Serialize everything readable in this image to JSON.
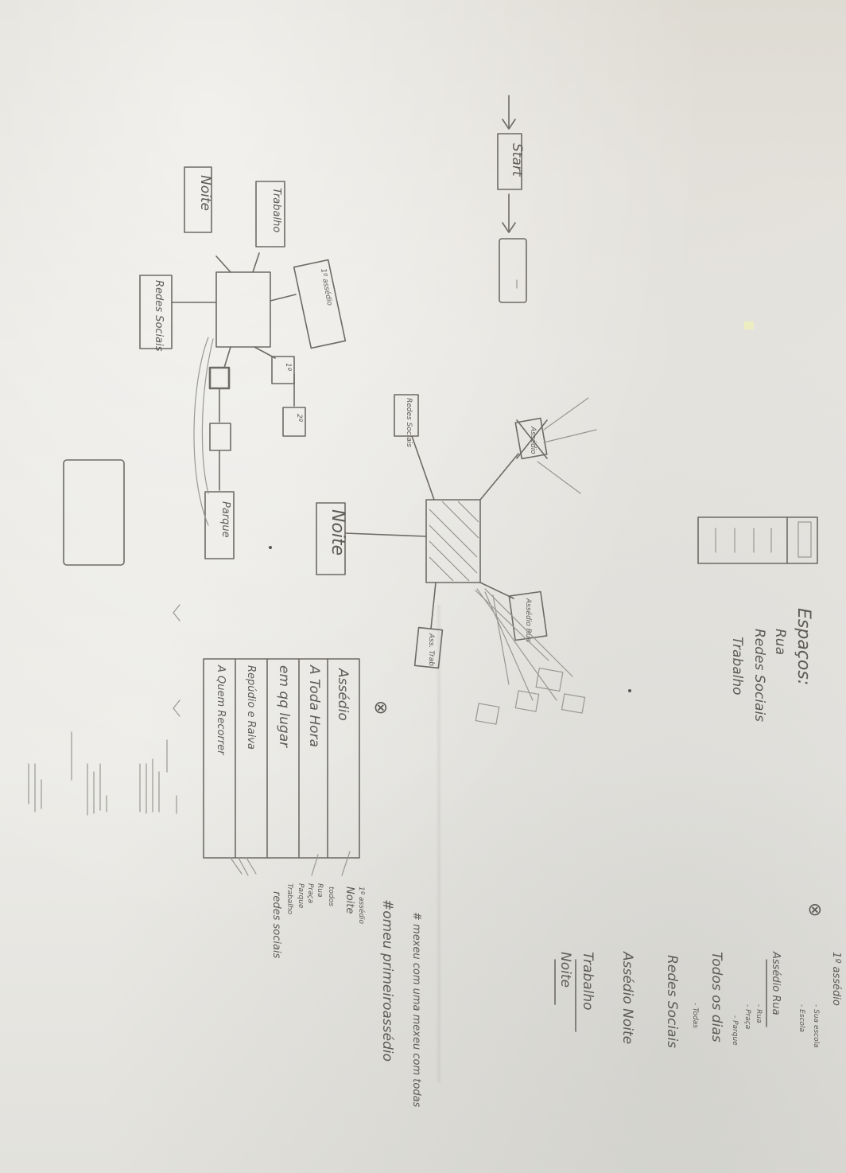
{
  "sketch": {
    "notes_panel": {
      "header": "Espaços:",
      "items": [
        "Rua",
        "Redes Sociais",
        "Trabalho"
      ]
    },
    "checklist": {
      "first_heading": "1º assédio",
      "first_sub": [
        "- Sua escola",
        "- Escola"
      ],
      "second_heading": "Assédio Rua",
      "second_sub": [
        "- Rua",
        "- Praça",
        "- Parque"
      ],
      "third_heading": "Todos os dias",
      "third_sub": "- Todas",
      "fourth": "Redes Sociais",
      "fifth": "Assédio Noite",
      "sixth": "Trabalho",
      "seventh": "Noite"
    },
    "hashtags": {
      "line1": "# mexeu com uma mexeu com todas",
      "line2": "#omeu primeiroassédio"
    },
    "menu_box": {
      "title": "Assédio",
      "rows": [
        "A Toda Hora",
        "em qq lugar",
        "Repúdio e Raiva",
        "A Quem Recorrer"
      ],
      "side_notes": [
        "1º assédio",
        "Noite",
        "todos",
        "Rua",
        "Praça",
        "Parque",
        "Trabalho",
        "redes sociais"
      ]
    },
    "flow_top": {
      "start_label": "Start"
    },
    "hub_top": {
      "labels": [
        "Noite",
        "Trabalho",
        "Redes Sociais",
        "1º assédio",
        "1º",
        "2º",
        "Parque"
      ]
    },
    "hub_middle": {
      "labels": [
        "Noite",
        "Redes Sociais",
        "Assédio",
        "Assédio Rua",
        "Ass. Trab."
      ]
    },
    "marker_symbol": "⊗"
  }
}
